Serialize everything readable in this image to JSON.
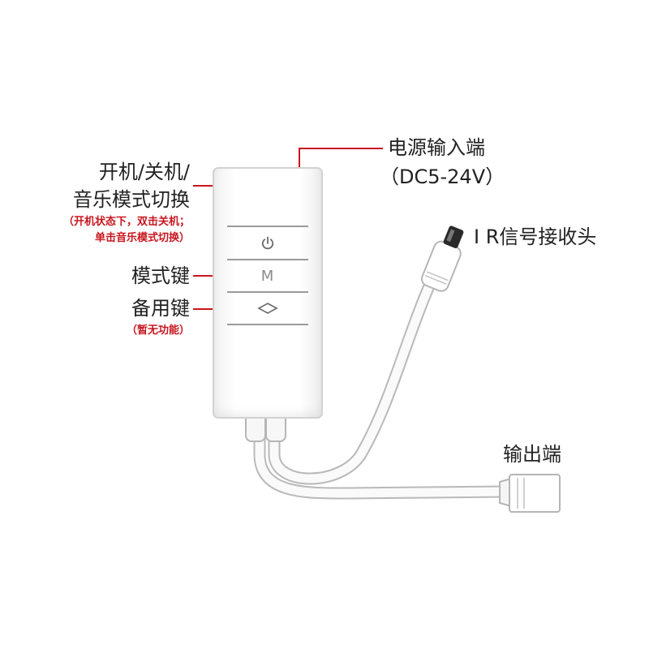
{
  "labels": {
    "power_input": "电源输入端",
    "power_voltage": "（DC5-24V）",
    "power_button_line1": "开机/关机/",
    "power_button_line2": "音乐模式切换",
    "power_button_note_line1": "（开机状态下，双击关机；",
    "power_button_note_line2": "单击音乐模式切换）",
    "mode_key": "模式键",
    "spare_key": "备用键",
    "spare_key_note": "（暂无功能）",
    "ir_receiver": "I R信号接收头",
    "output": "输出端"
  },
  "device": {
    "mode_button_glyph": "M"
  },
  "colors": {
    "leader_line": "#c8161e",
    "annotation_note": "#c8161e",
    "label_text": "#222222",
    "device_body": "#ffffff",
    "cable": "#ffffff"
  },
  "icons": [
    "power-icon",
    "diamond-icon"
  ]
}
